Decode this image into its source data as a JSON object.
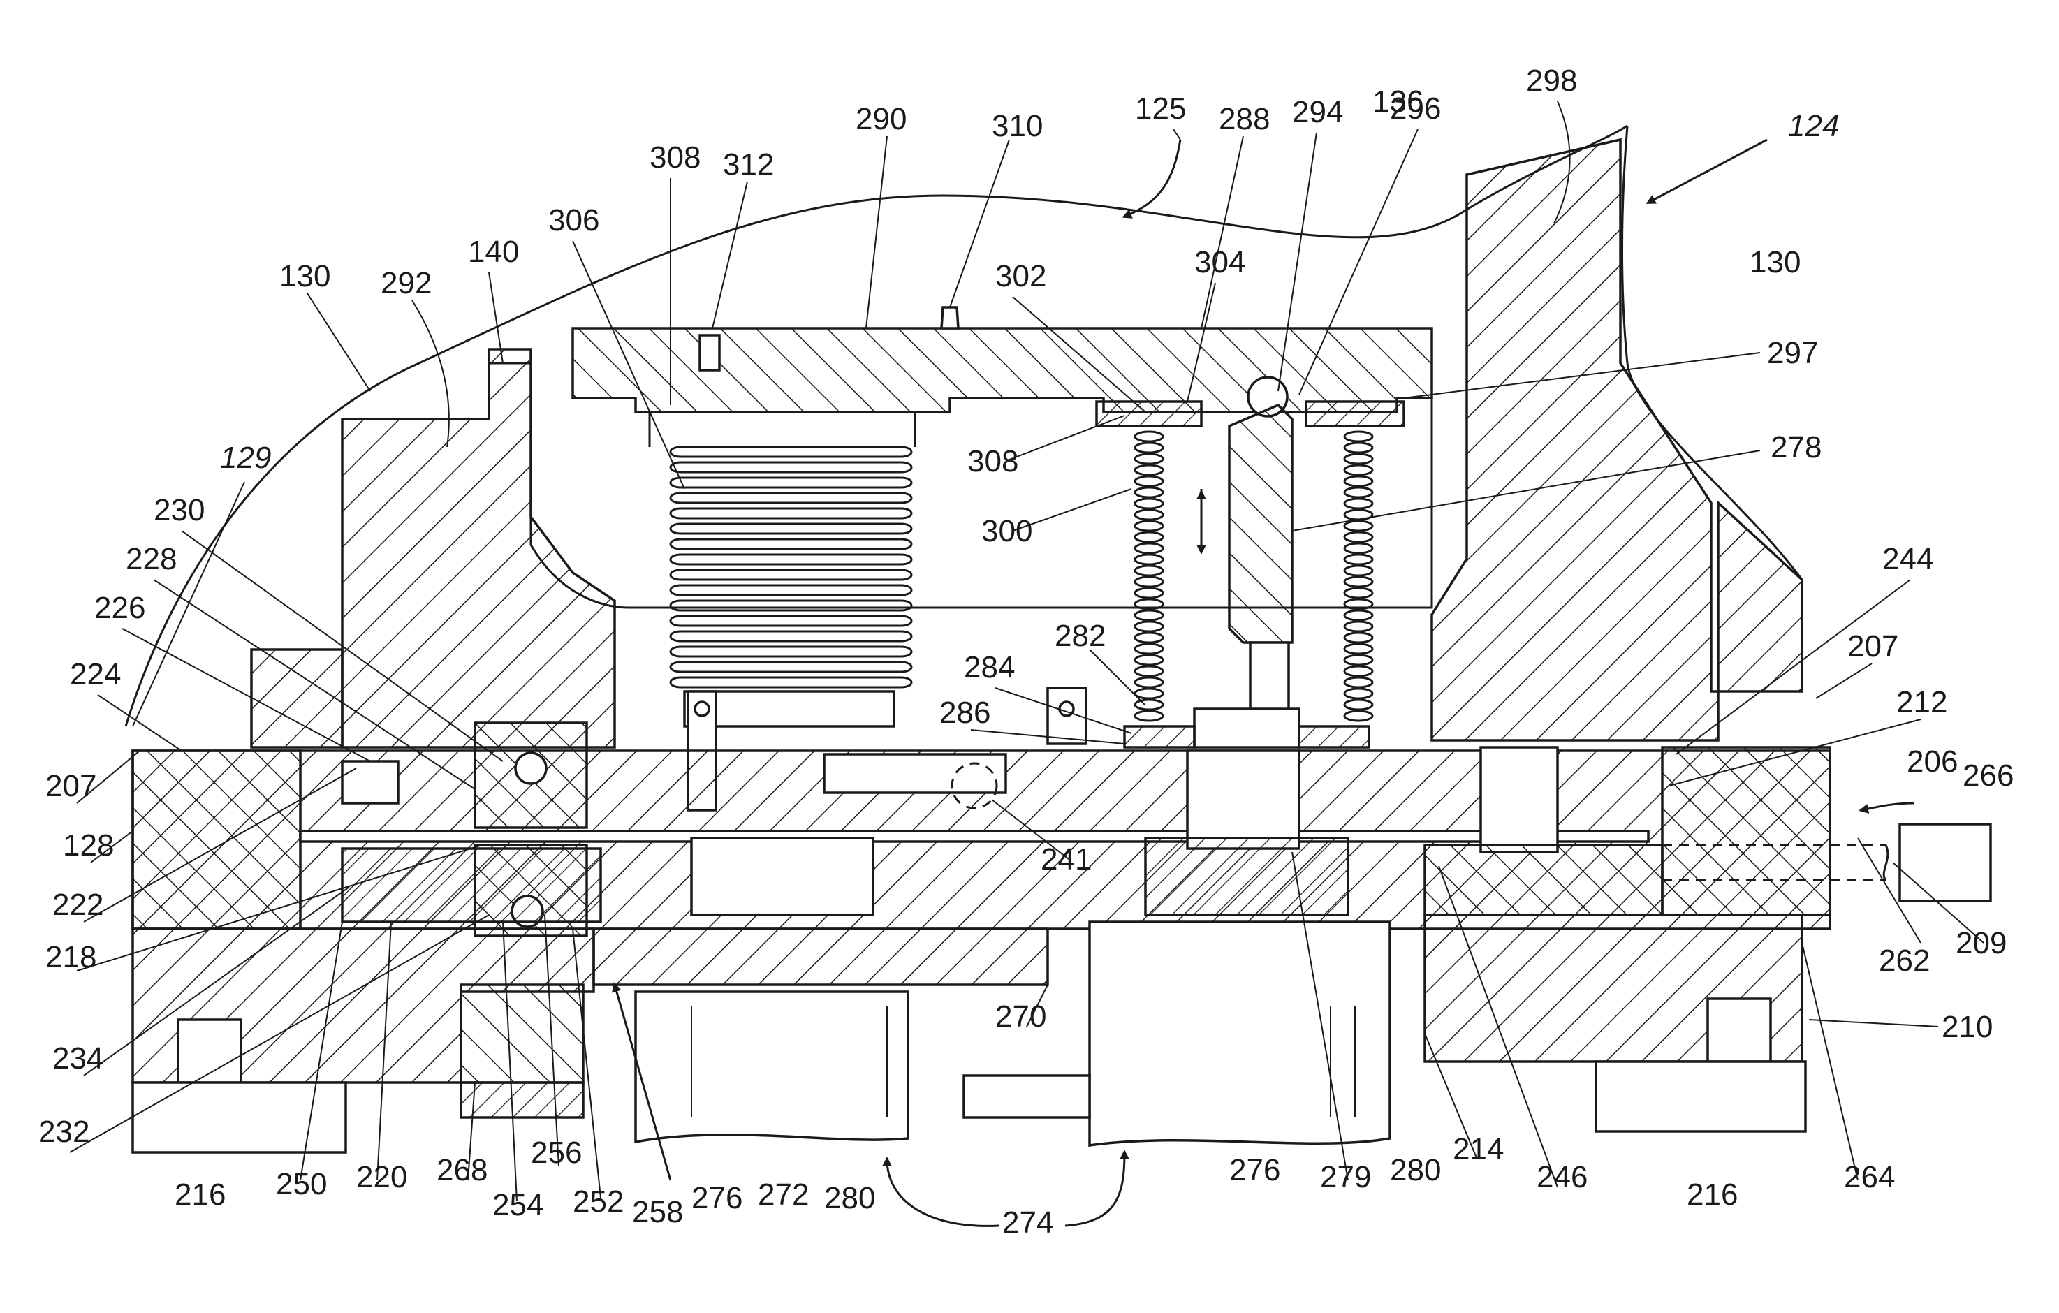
{
  "labels": [
    {
      "id": "124",
      "text": "124"
    },
    {
      "id": "125",
      "text": "125"
    },
    {
      "id": "136",
      "text": "136"
    },
    {
      "id": "288",
      "text": "288"
    },
    {
      "id": "294",
      "text": "294"
    },
    {
      "id": "296",
      "text": "296"
    },
    {
      "id": "298",
      "text": "298"
    },
    {
      "id": "290",
      "text": "290"
    },
    {
      "id": "310",
      "text": "310"
    },
    {
      "id": "308a",
      "text": "308"
    },
    {
      "id": "312",
      "text": "312"
    },
    {
      "id": "306",
      "text": "306"
    },
    {
      "id": "140",
      "text": "140"
    },
    {
      "id": "130a",
      "text": "130"
    },
    {
      "id": "130b",
      "text": "130"
    },
    {
      "id": "292",
      "text": "292"
    },
    {
      "id": "302",
      "text": "302"
    },
    {
      "id": "304",
      "text": "304"
    },
    {
      "id": "297",
      "text": "297"
    },
    {
      "id": "308b",
      "text": "308"
    },
    {
      "id": "278",
      "text": "278"
    },
    {
      "id": "300",
      "text": "300"
    },
    {
      "id": "129",
      "text": "129"
    },
    {
      "id": "230",
      "text": "230"
    },
    {
      "id": "228",
      "text": "228"
    },
    {
      "id": "226",
      "text": "226"
    },
    {
      "id": "224",
      "text": "224"
    },
    {
      "id": "207a",
      "text": "207"
    },
    {
      "id": "207b",
      "text": "207"
    },
    {
      "id": "128",
      "text": "128"
    },
    {
      "id": "222",
      "text": "222"
    },
    {
      "id": "218",
      "text": "218"
    },
    {
      "id": "234",
      "text": "234"
    },
    {
      "id": "232",
      "text": "232"
    },
    {
      "id": "216a",
      "text": "216"
    },
    {
      "id": "216b",
      "text": "216"
    },
    {
      "id": "250",
      "text": "250"
    },
    {
      "id": "220",
      "text": "220"
    },
    {
      "id": "268",
      "text": "268"
    },
    {
      "id": "254",
      "text": "254"
    },
    {
      "id": "256",
      "text": "256"
    },
    {
      "id": "252",
      "text": "252"
    },
    {
      "id": "258",
      "text": "258"
    },
    {
      "id": "276a",
      "text": "276"
    },
    {
      "id": "276b",
      "text": "276"
    },
    {
      "id": "272",
      "text": "272"
    },
    {
      "id": "280a",
      "text": "280"
    },
    {
      "id": "280b",
      "text": "280"
    },
    {
      "id": "274",
      "text": "274"
    },
    {
      "id": "270",
      "text": "270"
    },
    {
      "id": "241",
      "text": "241"
    },
    {
      "id": "282",
      "text": "282"
    },
    {
      "id": "284",
      "text": "284"
    },
    {
      "id": "286",
      "text": "286"
    },
    {
      "id": "279",
      "text": "279"
    },
    {
      "id": "214",
      "text": "214"
    },
    {
      "id": "246",
      "text": "246"
    },
    {
      "id": "264",
      "text": "264"
    },
    {
      "id": "244",
      "text": "244"
    },
    {
      "id": "212",
      "text": "212"
    },
    {
      "id": "206",
      "text": "206"
    },
    {
      "id": "266",
      "text": "266"
    },
    {
      "id": "262",
      "text": "262"
    },
    {
      "id": "209",
      "text": "209"
    },
    {
      "id": "210",
      "text": "210"
    }
  ]
}
